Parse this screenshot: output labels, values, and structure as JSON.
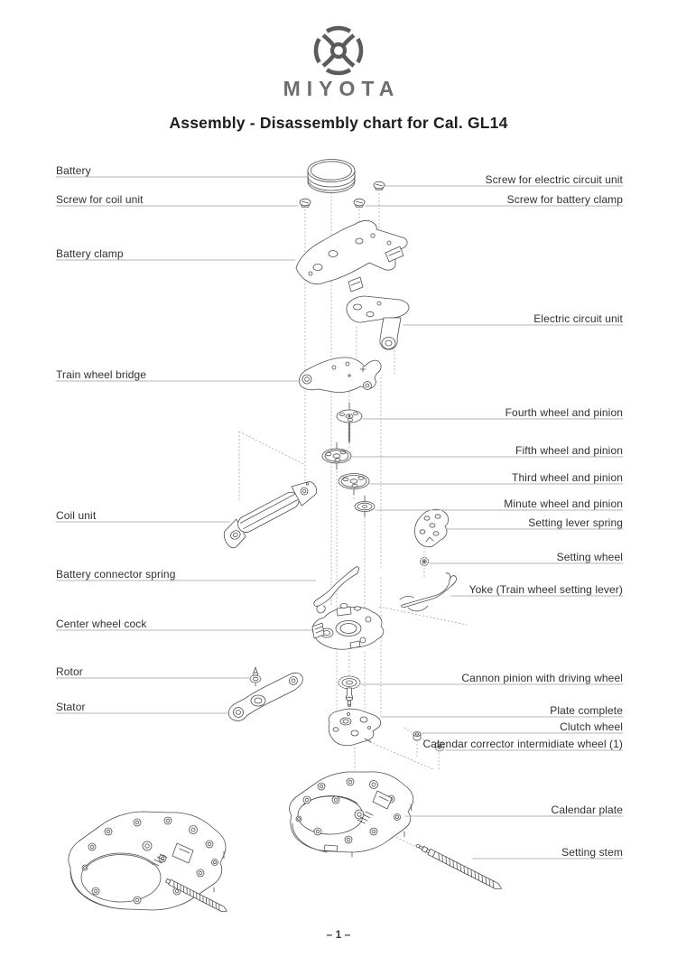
{
  "brand": {
    "name": "MIYOTA",
    "logo_icon": "miyota-knot-logo"
  },
  "title": "Assembly - Disassembly chart for Cal. GL14",
  "footer": {
    "page_number": "– 1 –"
  },
  "diagram": {
    "caliber": "GL14",
    "type": "exploded-assembly-chart",
    "labels": {
      "left": [
        {
          "text": "Battery"
        },
        {
          "text": "Screw for coil unit"
        },
        {
          "text": "Battery clamp"
        },
        {
          "text": "Train wheel bridge"
        },
        {
          "text": "Coil unit"
        },
        {
          "text": "Battery connector spring"
        },
        {
          "text": "Center wheel cock"
        },
        {
          "text": "Rotor"
        },
        {
          "text": "Stator"
        }
      ],
      "right": [
        {
          "text": "Screw for electric circuit unit"
        },
        {
          "text": "Screw for battery clamp"
        },
        {
          "text": "Electric circuit unit"
        },
        {
          "text": "Fourth wheel and pinion"
        },
        {
          "text": "Fifth wheel and pinion"
        },
        {
          "text": "Third wheel and pinion"
        },
        {
          "text": "Minute wheel and pinion"
        },
        {
          "text": "Setting lever spring"
        },
        {
          "text": "Setting wheel"
        },
        {
          "text": "Yoke (Train wheel setting lever)"
        },
        {
          "text": "Cannon pinion with driving wheel"
        },
        {
          "text": "Plate complete"
        },
        {
          "text": "Clutch wheel"
        },
        {
          "text": "Calendar corrector intermidiate wheel (1)"
        },
        {
          "text": "Calendar plate"
        },
        {
          "text": "Setting stem"
        }
      ]
    },
    "colors": {
      "line_art": "#4f4f4f",
      "leader_line": "#b5b5b5",
      "dotted_line": "#9a9a9a",
      "text": "#303030",
      "brand_gray": "#6d6e71"
    }
  }
}
